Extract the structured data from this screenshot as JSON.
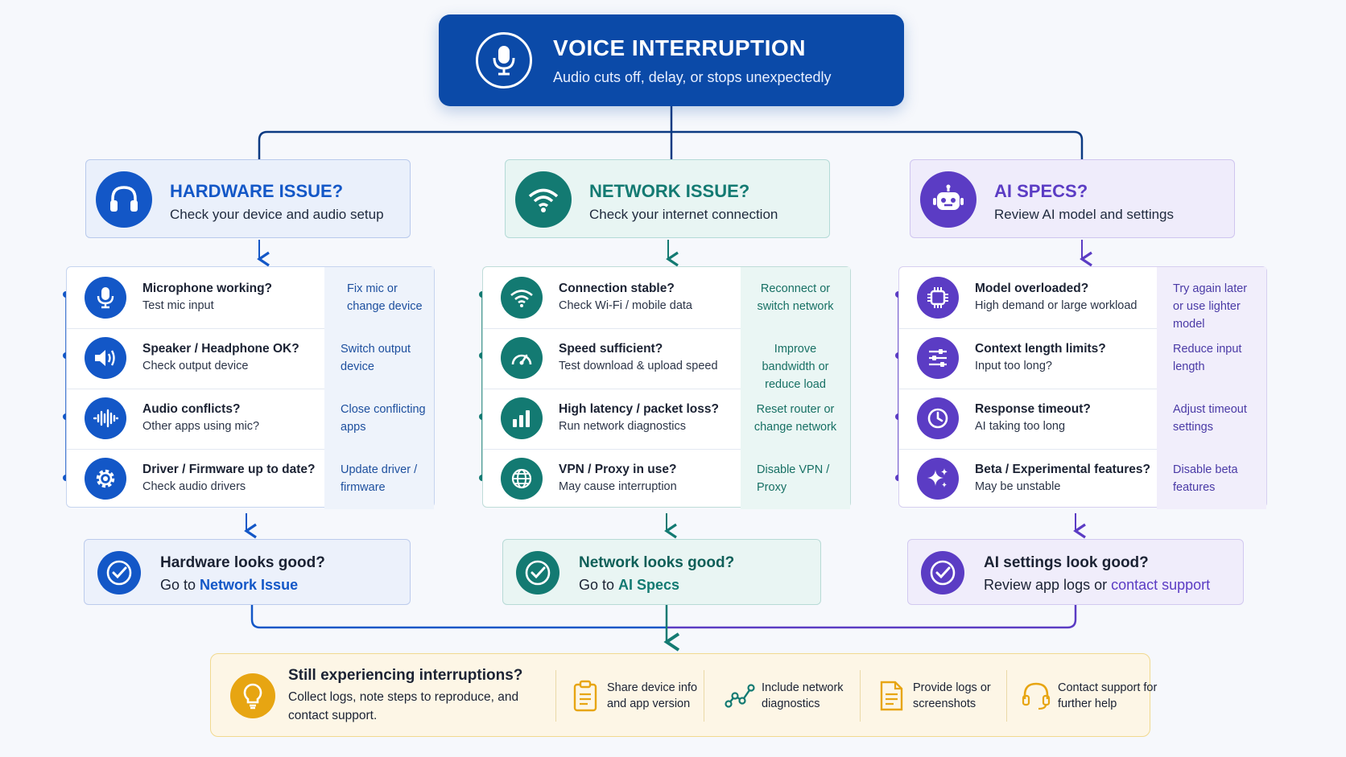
{
  "header": {
    "title": "VOICE INTERRUPTION",
    "subtitle": "Audio cuts off, delay, or stops unexpectedly",
    "icon": "microphone-icon"
  },
  "categories": {
    "hardware": {
      "title": "HARDWARE ISSUE?",
      "subtitle": "Check your device and audio setup",
      "icon": "headphones-icon",
      "color": "#1357c7"
    },
    "network": {
      "title": "NETWORK ISSUE?",
      "subtitle": "Check your internet connection",
      "icon": "wifi-icon",
      "color": "#137a72"
    },
    "ai": {
      "title": "AI SPECS?",
      "subtitle": "Review AI model and settings",
      "icon": "robot-icon",
      "color": "#5b3cc4"
    }
  },
  "checks": {
    "hardware": [
      {
        "question": "Microphone working?",
        "detail": "Test mic input",
        "action": "Fix mic or change device",
        "icon": "microphone-icon"
      },
      {
        "question": "Speaker / Headphone OK?",
        "detail": "Check output device",
        "action": "Switch output device",
        "icon": "speaker-icon"
      },
      {
        "question": "Audio conflicts?",
        "detail": "Other apps using mic?",
        "action": "Close conflicting apps",
        "icon": "audio-wave-icon"
      },
      {
        "question": "Driver / Firmware up to date?",
        "detail": "Check audio drivers",
        "action": "Update driver / firmware",
        "icon": "gear-icon"
      }
    ],
    "network": [
      {
        "question": "Connection stable?",
        "detail": "Check Wi-Fi / mobile data",
        "action": "Reconnect or switch network",
        "icon": "wifi-icon"
      },
      {
        "question": "Speed sufficient?",
        "detail": "Test download & upload speed",
        "action": "Improve bandwidth or reduce load",
        "icon": "speedometer-icon"
      },
      {
        "question": "High latency / packet loss?",
        "detail": "Run network diagnostics",
        "action": "Reset router or change network",
        "icon": "bar-chart-icon"
      },
      {
        "question": "VPN / Proxy in use?",
        "detail": "May cause interruption",
        "action": "Disable VPN / Proxy",
        "icon": "globe-icon"
      }
    ],
    "ai": [
      {
        "question": "Model overloaded?",
        "detail": "High demand or large workload",
        "action": "Try again later or use lighter model",
        "icon": "chip-icon"
      },
      {
        "question": "Context length limits?",
        "detail": "Input too long?",
        "action": "Reduce input length",
        "icon": "sliders-icon"
      },
      {
        "question": "Response timeout?",
        "detail": "AI taking too long",
        "action": "Adjust timeout settings",
        "icon": "clock-icon"
      },
      {
        "question": "Beta / Experimental features?",
        "detail": "May be unstable",
        "action": "Disable beta features",
        "icon": "sparkle-icon"
      }
    ]
  },
  "conclusions": {
    "hardware": {
      "title": "Hardware looks good?",
      "prefix": "Go to ",
      "link": "Network Issue"
    },
    "network": {
      "title": "Network looks good?",
      "prefix": "Go to ",
      "link": "AI Specs"
    },
    "ai": {
      "title": "AI settings look good?",
      "prefix": "Review app logs or ",
      "link": "contact support"
    }
  },
  "footer": {
    "title": "Still experiencing interruptions?",
    "subtitle": "Collect logs, note steps to reproduce, and contact support.",
    "icon": "lightbulb-icon",
    "items": [
      {
        "label": "Share device info and app version",
        "icon": "clipboard-icon"
      },
      {
        "label": "Include network diagnostics",
        "icon": "network-graph-icon"
      },
      {
        "label": "Provide logs or screenshots",
        "icon": "document-icon"
      },
      {
        "label": "Contact support for further help",
        "icon": "headset-icon"
      }
    ],
    "accent": "#e7a512"
  }
}
